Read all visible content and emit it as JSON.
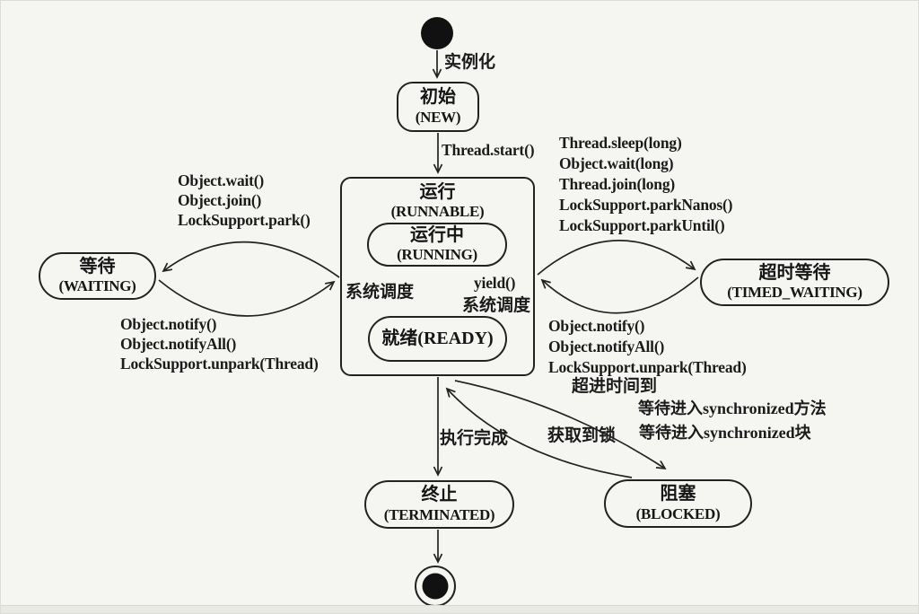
{
  "states": {
    "new": {
      "zh": "初始",
      "en": "(NEW)"
    },
    "runnable": {
      "zh": "运行",
      "en": "(RUNNABLE)"
    },
    "running": {
      "zh": "运行中",
      "en": "(RUNNING)"
    },
    "ready": {
      "zh": "就绪(READY)"
    },
    "waiting": {
      "zh": "等待",
      "en": "(WAITING)"
    },
    "timed_waiting": {
      "zh": "超时等待",
      "en": "(TIMED_WAITING)"
    },
    "terminated": {
      "zh": "终止",
      "en": "(TERMINATED)"
    },
    "blocked": {
      "zh": "阻塞",
      "en": "(BLOCKED)"
    }
  },
  "labels": {
    "instantiate": "实例化",
    "thread_start": "Thread.start()",
    "wait_methods": [
      "Object.wait()",
      "Object.join()",
      "LockSupport.park()"
    ],
    "notify_methods_left": [
      "Object.notify()",
      "Object.notifyAll()",
      "LockSupport.unpark(Thread)"
    ],
    "timed_methods": [
      "Thread.sleep(long)",
      "Object.wait(long)",
      "Thread.join(long)",
      "LockSupport.parkNanos()",
      "LockSupport.parkUntil()"
    ],
    "notify_methods_right": [
      "Object.notify()",
      "Object.notifyAll()",
      "LockSupport.unpark(Thread)"
    ],
    "timeout_reached": "超进时间到",
    "sync_wait": [
      "等待进入synchronized方法",
      "等待进入synchronized块"
    ],
    "acquire_lock": "获取到锁",
    "exec_done": "执行完成",
    "sys_schedule_left": "系统调度",
    "yield": "yield()",
    "sys_schedule_right": "系统调度"
  },
  "colors": {
    "stroke": "#222222",
    "background": "#f5f5f2"
  }
}
